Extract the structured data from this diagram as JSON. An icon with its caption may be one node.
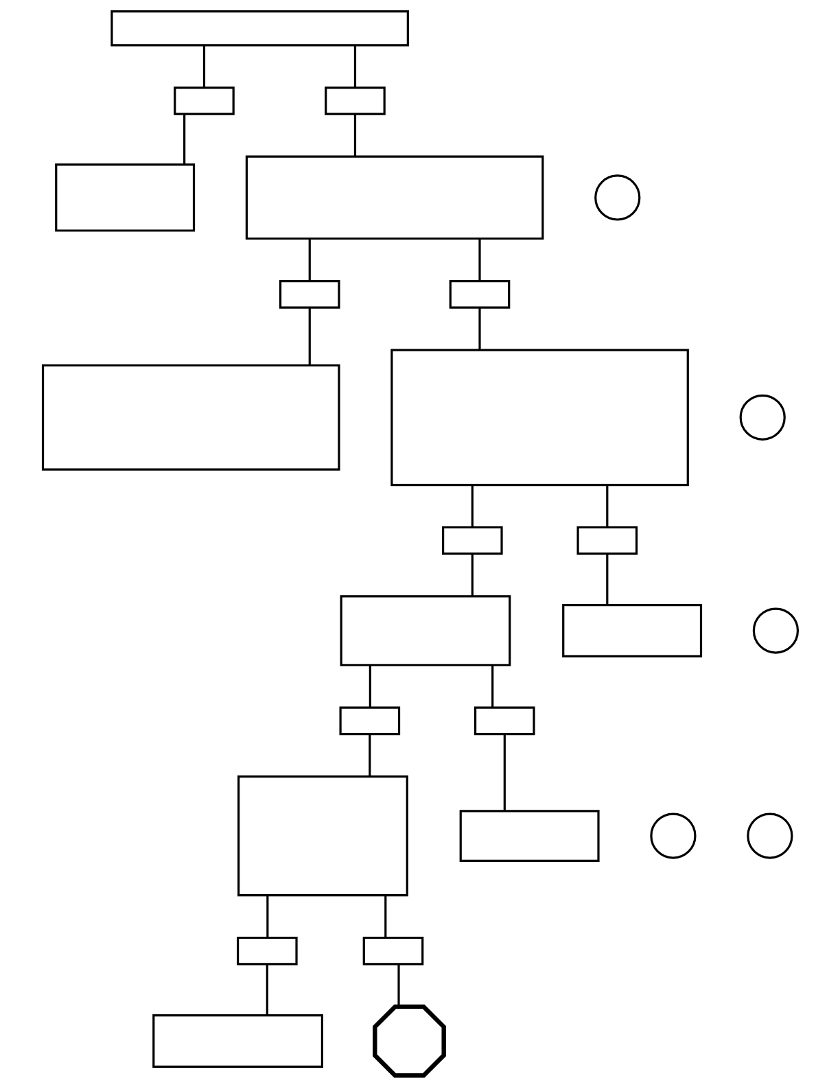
{
  "diagram": {
    "nodes": [
      {
        "text": [],
        "shape": "box"
      },
      {
        "text": [],
        "shape": "box"
      },
      {
        "text": [],
        "shape": "box"
      },
      {
        "text": [],
        "shape": "box"
      },
      {
        "text": [],
        "shape": "circle"
      },
      {
        "text": [],
        "shape": "box"
      },
      {
        "text": [],
        "shape": "box"
      },
      {
        "text": [],
        "shape": "box"
      },
      {
        "text": [],
        "shape": "box"
      },
      {
        "text": [],
        "shape": "circle"
      },
      {
        "text": [],
        "shape": "box"
      },
      {
        "text": [],
        "shape": "box"
      },
      {
        "text": [],
        "shape": "box"
      },
      {
        "text": [],
        "shape": "circle"
      },
      {
        "text": [],
        "shape": "box"
      },
      {
        "text": [],
        "shape": "box"
      },
      {
        "text": [],
        "shape": "box"
      },
      {
        "text": [],
        "shape": "box"
      },
      {
        "text": [],
        "shape": "circle"
      },
      {
        "text": [],
        "shape": "box"
      },
      {
        "text": [],
        "shape": "box"
      },
      {
        "text": [],
        "shape": "circle"
      },
      {
        "text": [],
        "shape": "box"
      },
      {
        "text": [],
        "shape": "box"
      },
      {
        "text": [],
        "shape": "box"
      },
      {
        "text": [],
        "shape": "octagon"
      }
    ],
    "edges": [
      {
        "from": 0,
        "to": 1,
        "arrow": "none"
      },
      {
        "from": 0,
        "to": 2,
        "arrow": "none"
      },
      {
        "from": 1,
        "to": 3,
        "arrow": "none"
      },
      {
        "from": 2,
        "to": 5,
        "arrow": "none"
      },
      {
        "from": 5,
        "to": 6,
        "arrow": "none"
      },
      {
        "from": 5,
        "to": 7,
        "arrow": "none"
      },
      {
        "from": 6,
        "to": 8,
        "arrow": "none"
      },
      {
        "from": 7,
        "to": 10,
        "arrow": "none"
      },
      {
        "from": 10,
        "to": 11,
        "arrow": "none"
      },
      {
        "from": 10,
        "to": 12,
        "arrow": "none"
      },
      {
        "from": 11,
        "to": 14,
        "arrow": "none"
      },
      {
        "from": 12,
        "to": 15,
        "arrow": "none"
      },
      {
        "from": 14,
        "to": 16,
        "arrow": "none"
      },
      {
        "from": 14,
        "to": 17,
        "arrow": "none"
      },
      {
        "from": 16,
        "to": 19,
        "arrow": "none"
      },
      {
        "from": 17,
        "to": 20,
        "arrow": "none"
      },
      {
        "from": 19,
        "to": 22,
        "arrow": "none"
      },
      {
        "from": 19,
        "to": 23,
        "arrow": "none"
      },
      {
        "from": 22,
        "to": 24,
        "arrow": "none"
      },
      {
        "from": 23,
        "to": 25,
        "arrow": "none"
      }
    ]
  }
}
